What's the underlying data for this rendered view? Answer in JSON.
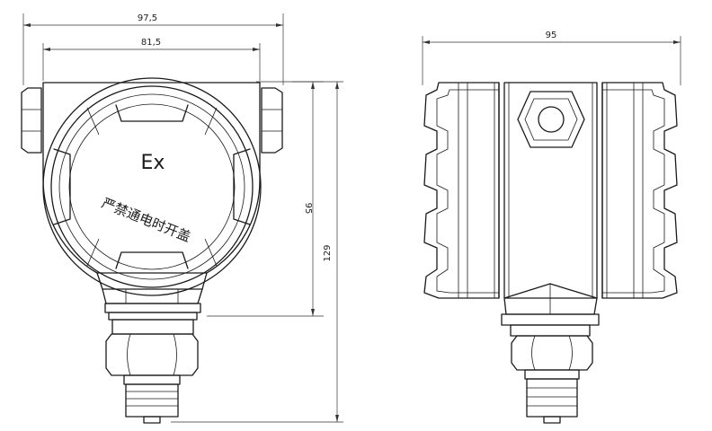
{
  "front_view": {
    "dim_overall_width": "97,5",
    "dim_body_width": "81,5",
    "dim_body_height": "95",
    "dim_total_height": "129",
    "ex_mark": "Ex",
    "warning_text": "严禁通电时开盖"
  },
  "side_view": {
    "dim_width": "95"
  }
}
